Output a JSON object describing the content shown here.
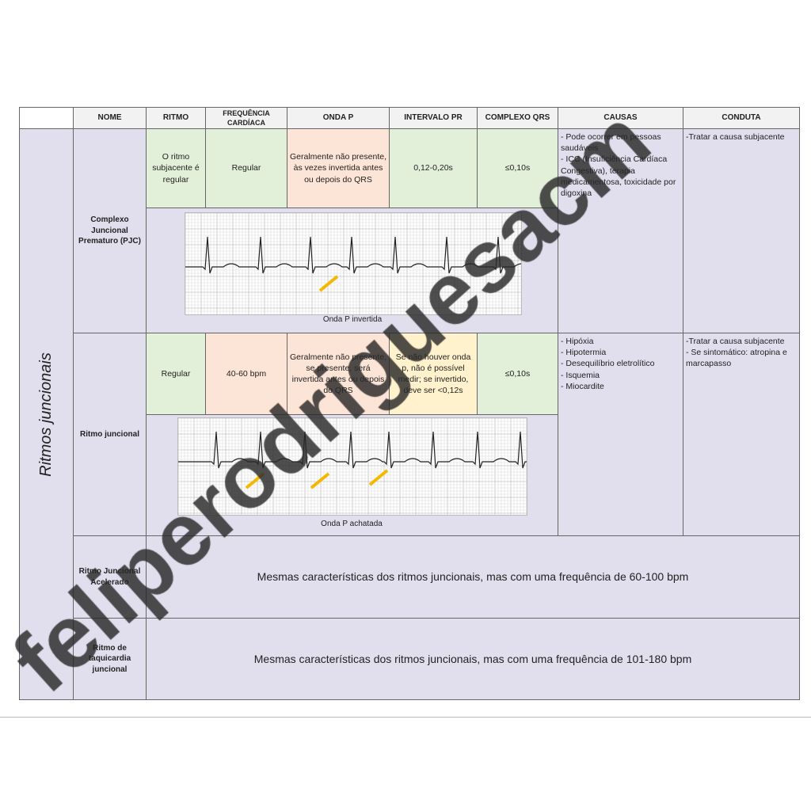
{
  "section_label": "Ritmos juncionais",
  "headers": [
    "NOME",
    "RITMO",
    "FREQUÊNCIA CARDÍACA",
    "ONDA P",
    "INTERVALO PR",
    "COMPLEXO QRS",
    "CAUSAS",
    "CONDUTA"
  ],
  "rows": [
    {
      "nome": "Complexo Juncional Prematuro (PJC)",
      "ritmo": "O ritmo subjacente é regular",
      "frequencia": "Regular",
      "onda_p": "Geralmente não presente, às vezes invertida antes ou depois do QRS",
      "pr": "0,12-0,20s",
      "qrs": "≤0,10s",
      "causas": "- Pode ocorrer em pessoas saudáveis\n- ICC (Insuficiência Cardíaca Congestiva), terapia medicamentosa, toxicidade por digoxina",
      "conduta": "-Tratar a causa subjacente",
      "ecg_caption": "Onda P invertida"
    },
    {
      "nome": "Ritmo juncional",
      "ritmo": "Regular",
      "frequencia": "40-60 bpm",
      "onda_p": "Geralmente não presente, se presente, será invertida antes ou depois do QRS",
      "pr": "Se não houver onda p, não é possível medir; se invertido, deve ser <0,12s",
      "qrs": "≤0,10s",
      "causas": "- Hipóxia\n- Hipotermia\n- Desequilíbrio eletrolítico\n- Isquemia\n- Miocardite",
      "conduta": "-Tratar a causa subjacente\n- Se sintomático: atropina e marcapasso",
      "ecg_caption": "Onda P achatada"
    },
    {
      "nome": "Ritmo Juncional Acelerado",
      "descricao": "Mesmas características dos ritmos juncionais, mas com uma frequência de 60-100 bpm"
    },
    {
      "nome": "Ritmo de taquicardia juncional",
      "descricao": "Mesmas características dos ritmos juncionais, mas com uma frequência de 101-180 bpm"
    }
  ],
  "watermark": "feliperodriguesacm",
  "colors": {
    "header": "#f2f2f2",
    "lavender": "#e1dfee",
    "green": "#e2efd9",
    "orange": "#fce4d6",
    "yellow": "#fff2cc",
    "arrow": "#f5b800"
  }
}
